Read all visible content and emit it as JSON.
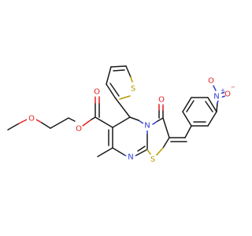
{
  "atoms": {
    "O_ether": "O",
    "O_ester_single": "O",
    "O_ester_double": "O",
    "O_ketone": "O",
    "S_thiophene": "S",
    "S_thiazole": "S",
    "N_ring_a": "N",
    "N_ring_b": "N",
    "N_nitro": "N",
    "N_nitro_charge": "+",
    "O_nitro_a": "O",
    "O_nitro_b": "O",
    "O_nitro_b_charge": "−"
  },
  "colors": {
    "carbon": "#1a1a1a",
    "oxygen": "#e31e1e",
    "nitrogen": "#2f3fd0",
    "sulfur": "#b59a00"
  }
}
